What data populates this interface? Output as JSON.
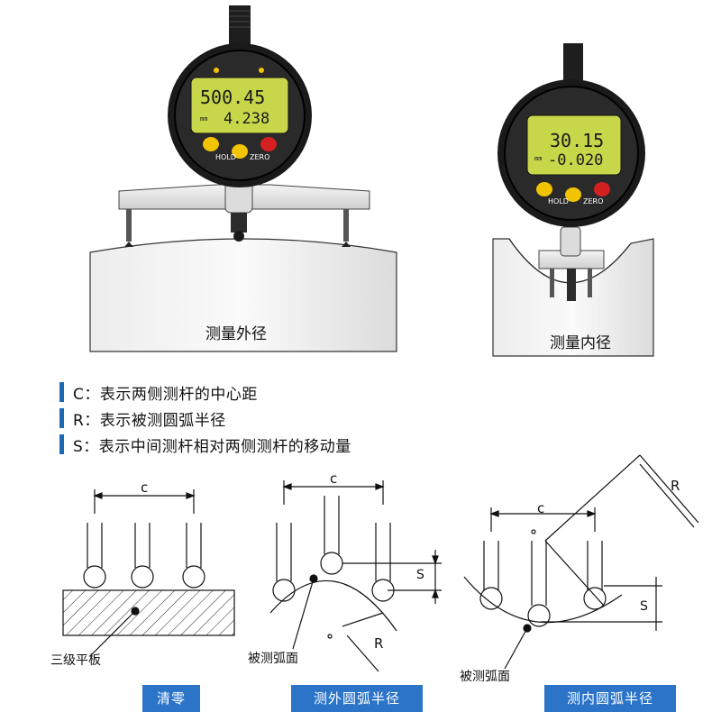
{
  "top_left": {
    "caption": "测量外径",
    "display": {
      "main": "500.45",
      "sub": "4.238",
      "unit": "mm"
    },
    "buttons": {
      "hold": "HOLD",
      "zero": "ZERO"
    }
  },
  "top_right": {
    "caption": "测量内径",
    "display": {
      "main": "30.15",
      "sub": "-0.020",
      "unit": "mm"
    },
    "buttons": {
      "hold": "HOLD",
      "zero": "ZERO"
    }
  },
  "legend": [
    "C：表示两侧测杆的中心距",
    "R：表示被测圆弧半径",
    "S：表示中间测杆相对两侧测杆的移动量"
  ],
  "diagrams": {
    "zero": {
      "c_label": "c",
      "plate_label": "三级平板",
      "caption": "清零"
    },
    "outer": {
      "c_label": "c",
      "s_label": "S",
      "r_label": "R",
      "surface_label": "被测弧面",
      "caption": "测外圆弧半径"
    },
    "inner": {
      "c_label": "c",
      "s_label": "S",
      "r_label": "R",
      "surface_label": "被测弧面",
      "caption": "测内圆弧半径"
    }
  },
  "colors": {
    "accent": "#2b74c8",
    "legend_bar": "#1e67b3",
    "lcd": "#c8d64a",
    "button_yellow": "#f2c400",
    "button_red": "#d42020"
  }
}
